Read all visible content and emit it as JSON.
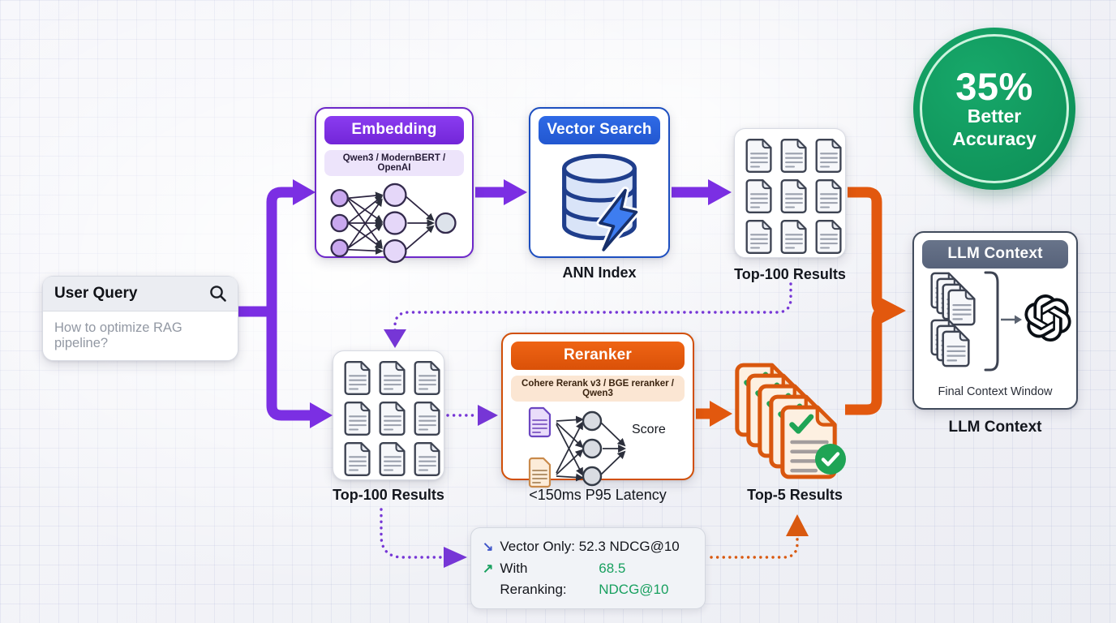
{
  "badge": {
    "percent": "35%",
    "label_line1": "Better",
    "label_line2": "Accuracy"
  },
  "user_query": {
    "title": "User Query",
    "query": "How to optimize RAG pipeline?"
  },
  "embedding": {
    "header": "Embedding",
    "models": "Qwen3 / ModernBERT / OpenAI"
  },
  "vector_search": {
    "header": "Vector Search",
    "caption": "ANN Index"
  },
  "results_top": {
    "caption": "Top-100 Results"
  },
  "results_bottom": {
    "caption": "Top-100 Results"
  },
  "reranker": {
    "header": "Reranker",
    "models": "Cohere Rerank v3 / BGE reranker / Qwen3",
    "score_label": "Score",
    "caption": "<150ms P95 Latency"
  },
  "top5": {
    "caption": "Top-5 Results"
  },
  "llm_context": {
    "header": "LLM Context",
    "inner_caption": "Final Context Window",
    "caption": "LLM Context"
  },
  "metrics": {
    "row1_icon": "↘",
    "row1_text": "Vector Only: 52.3 NDCG@10",
    "row2_icon": "↗",
    "row2_label": "With Reranking:",
    "row2_value": "68.5 NDCG@10"
  },
  "colors": {
    "purple": "#7B2FE3",
    "orange": "#E2580E",
    "blue": "#2563EB",
    "slate": "#5E6A7C",
    "badge_green": "#119E62",
    "metric_green": "#18A05F",
    "metric_blue": "#4056C9"
  }
}
